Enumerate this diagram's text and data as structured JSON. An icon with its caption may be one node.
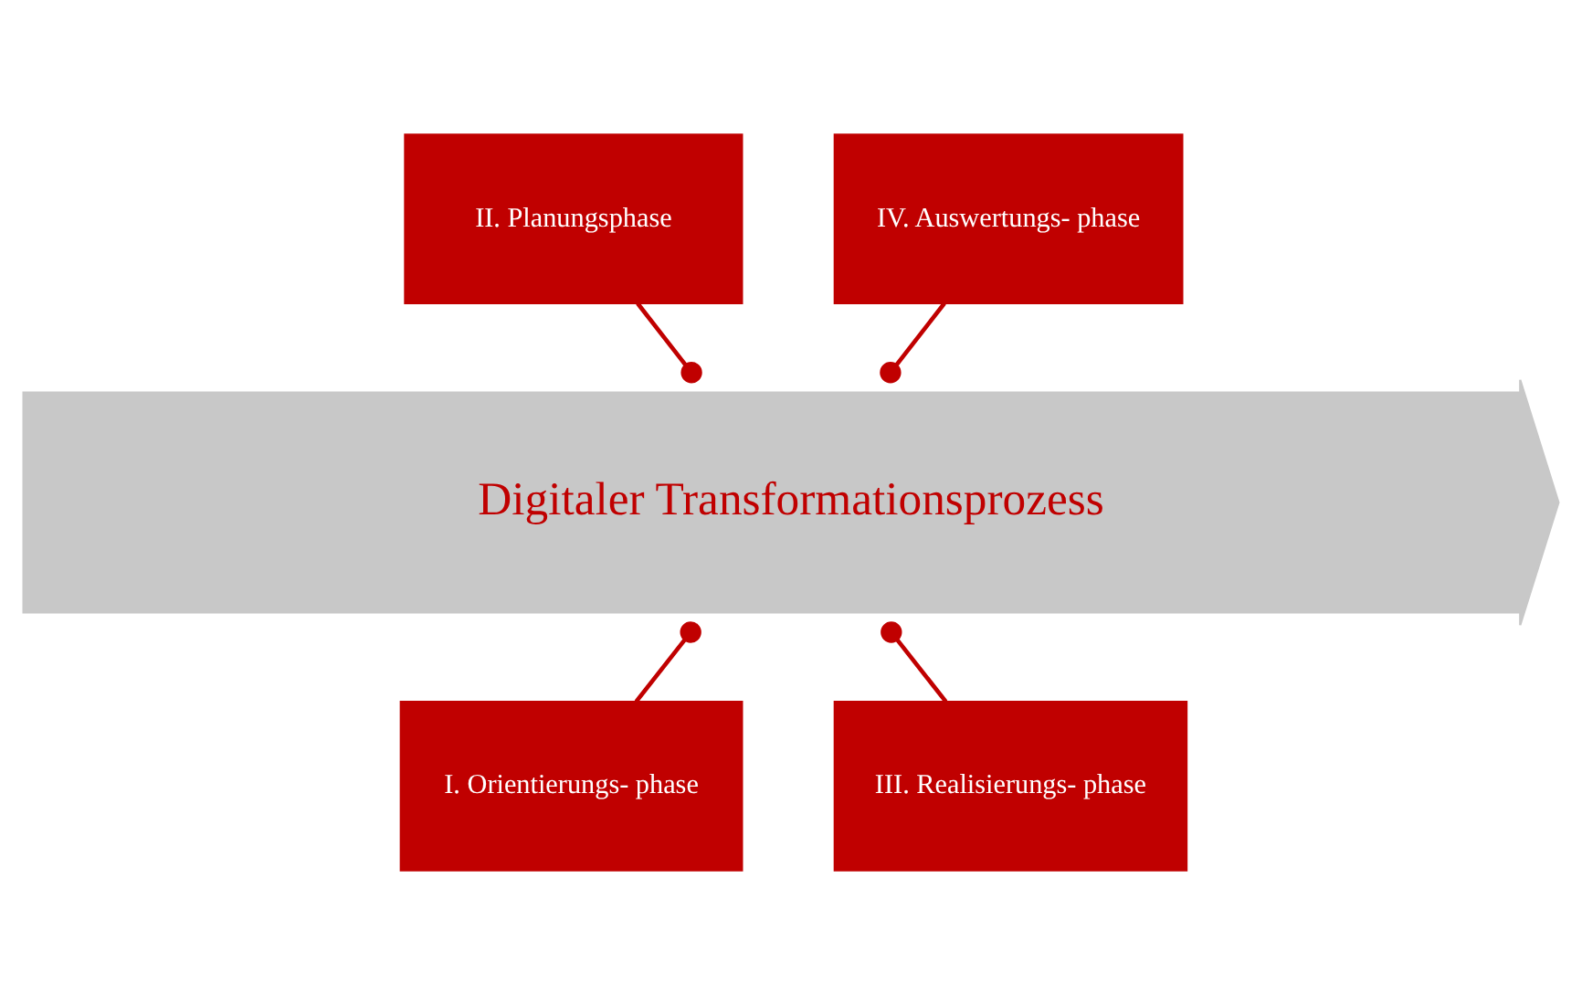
{
  "diagram": {
    "nodes": [
      {
        "text": [
          "II. Planungsphase"
        ]
      },
      {
        "text": [
          "IV. Auswertungs- phase"
        ]
      },
      {
        "text": [
          "Digitaler Transformationsprozess"
        ]
      },
      {
        "text": [
          "I. Orientierungs- phase"
        ]
      },
      {
        "text": [
          "III. Realisierungs- phase"
        ]
      }
    ],
    "edges": [
      {
        "from": 0,
        "to": 2,
        "arrow": "other"
      },
      {
        "from": 1,
        "to": 2,
        "arrow": "other"
      },
      {
        "from": 3,
        "to": 2,
        "arrow": "other"
      },
      {
        "from": 4,
        "to": 2,
        "arrow": "other"
      }
    ]
  }
}
